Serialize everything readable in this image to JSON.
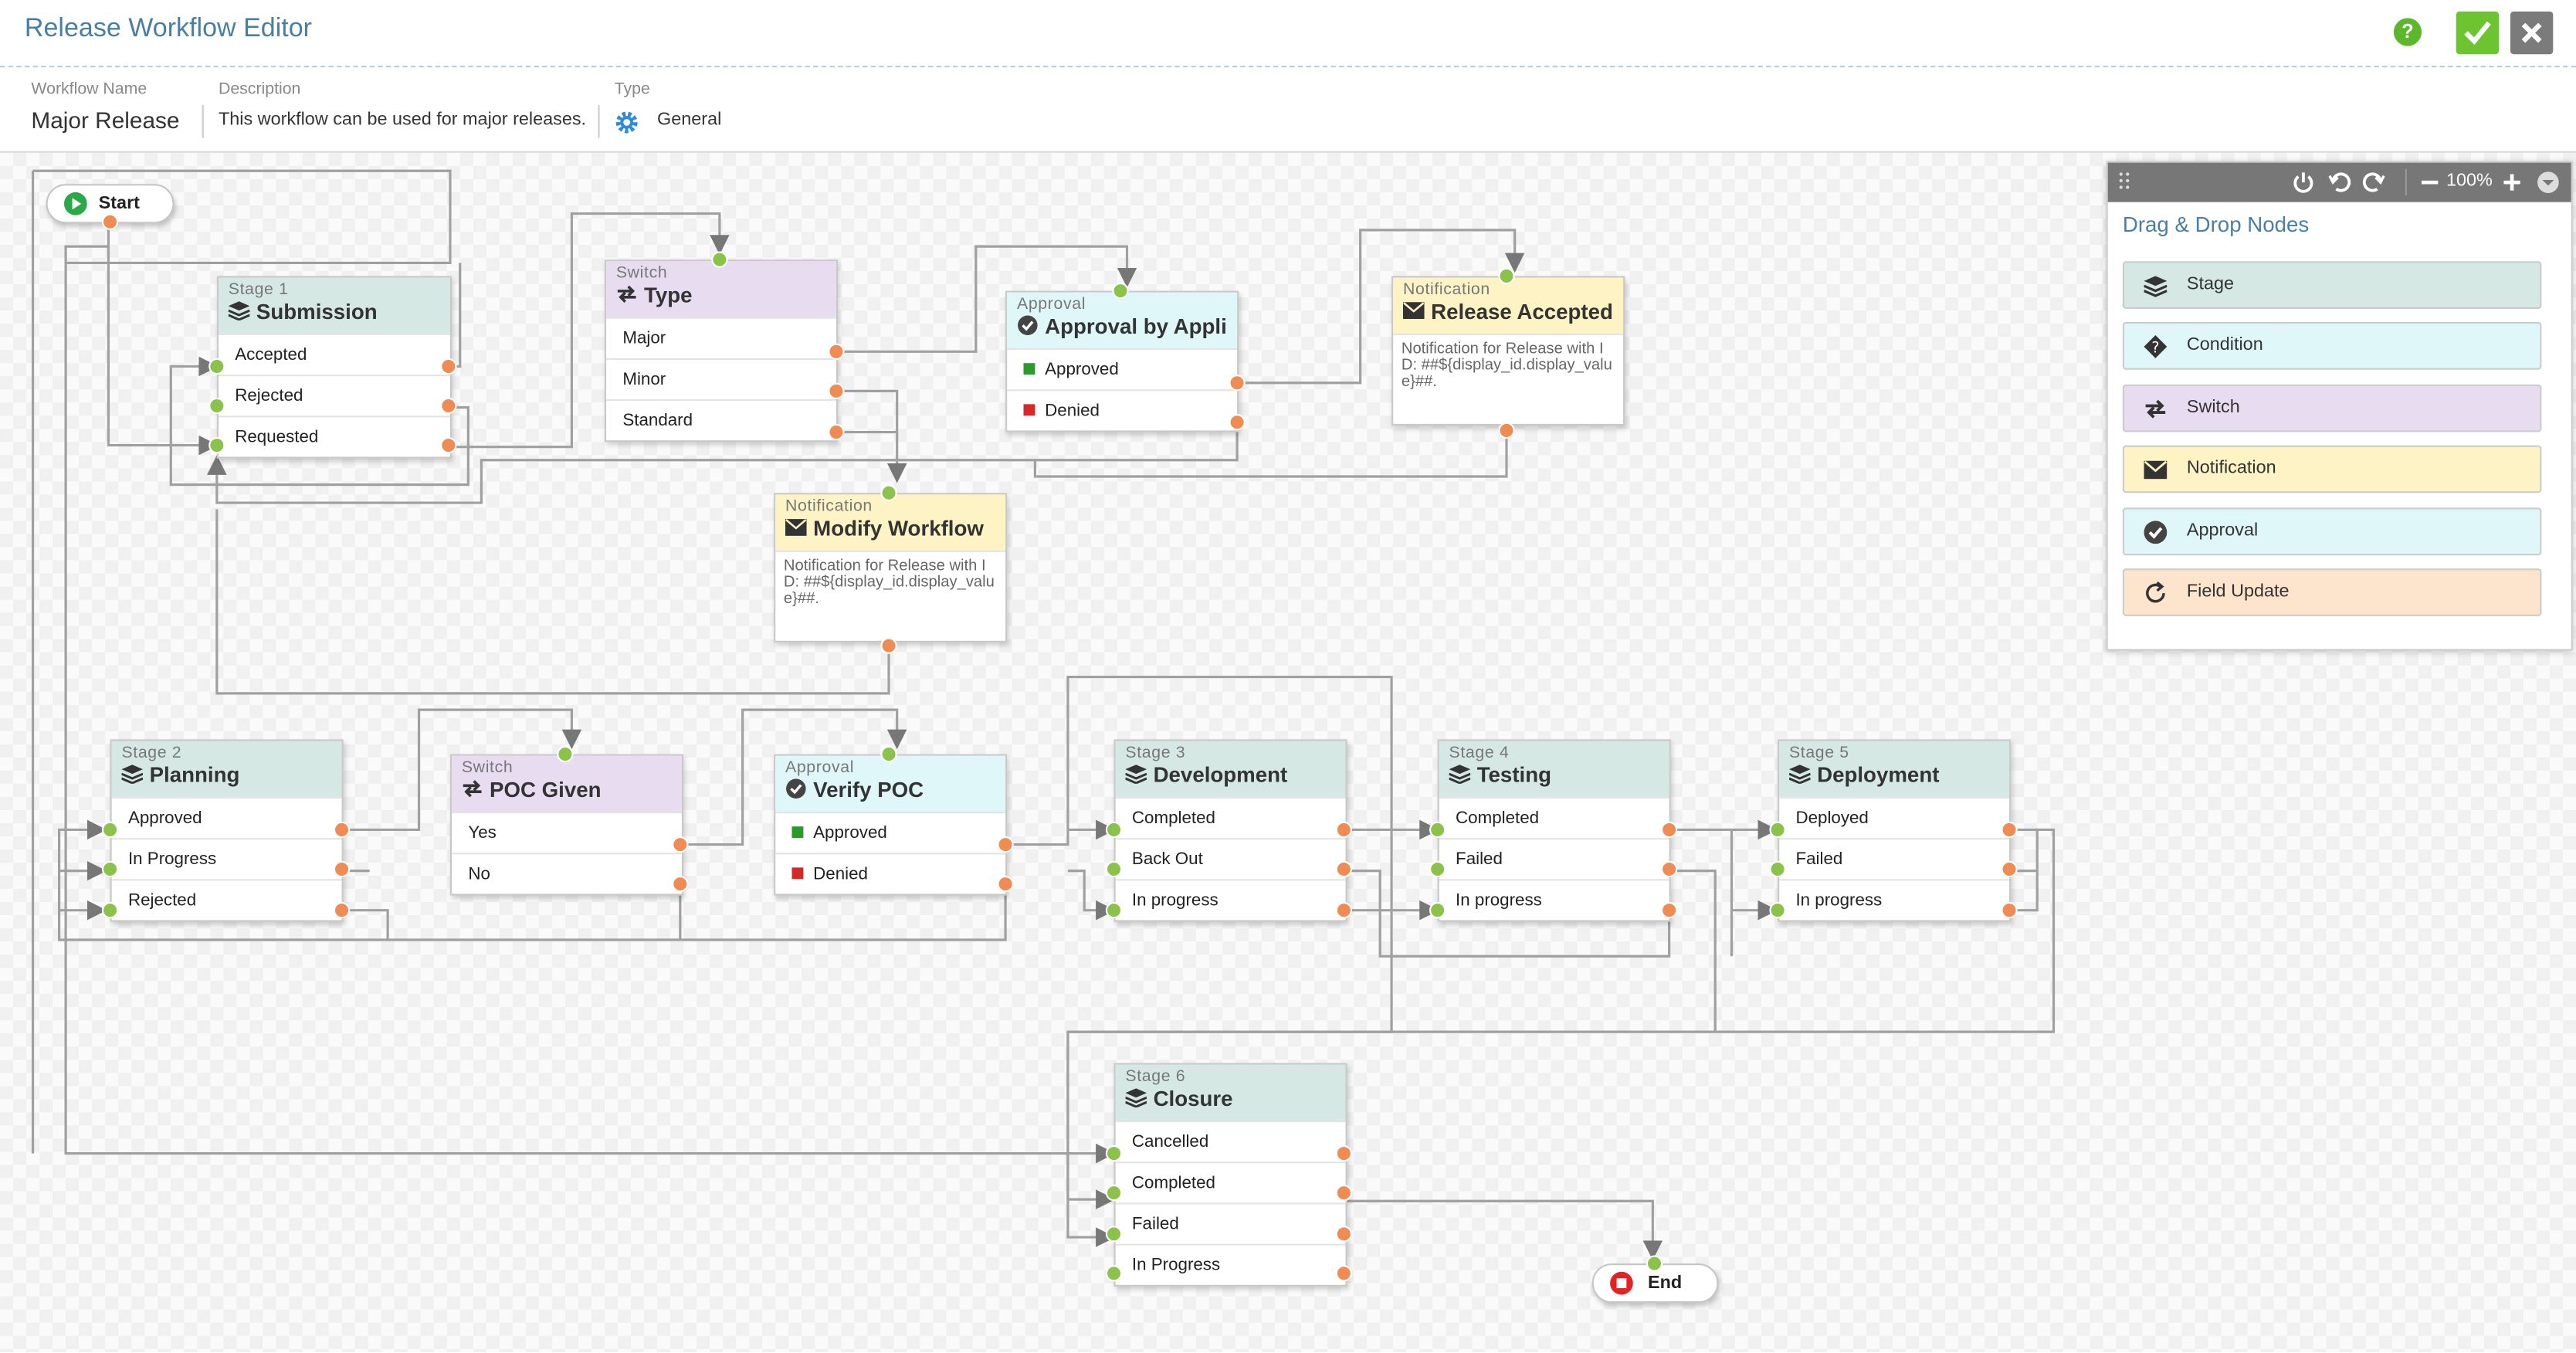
{
  "header": {
    "title": "Release Workflow Editor",
    "help_label": "?"
  },
  "meta": {
    "workflow_name_label": "Workflow Name",
    "workflow_name": "Major Release",
    "description_label": "Description",
    "description": "This workflow can be used for major releases.",
    "type_label": "Type",
    "type_value": "General"
  },
  "terminals": {
    "start": "Start",
    "end": "End"
  },
  "nodes": {
    "stage1": {
      "type": "Stage 1",
      "title": "Submission",
      "rows": [
        "Accepted",
        "Rejected",
        "Requested"
      ]
    },
    "switch_type": {
      "type": "Switch",
      "title": "Type",
      "rows": [
        "Major",
        "Minor",
        "Standard"
      ]
    },
    "approval_app": {
      "type": "Approval",
      "title": "Approval by Appli...",
      "rows": [
        "Approved",
        "Denied"
      ]
    },
    "notif_release": {
      "type": "Notification",
      "title": "Release Accepted",
      "desc": "Notification for Release with ID: ##${display_id.display_value}##."
    },
    "notif_modify": {
      "type": "Notification",
      "title": "Modify Workflow",
      "desc": "Notification for Release with ID: ##${display_id.display_value}##."
    },
    "stage2": {
      "type": "Stage 2",
      "title": "Planning",
      "rows": [
        "Approved",
        "In Progress",
        "Rejected"
      ]
    },
    "switch_poc": {
      "type": "Switch",
      "title": "POC Given",
      "rows": [
        "Yes",
        "No"
      ]
    },
    "approval_poc": {
      "type": "Approval",
      "title": "Verify POC",
      "rows": [
        "Approved",
        "Denied"
      ]
    },
    "stage3": {
      "type": "Stage 3",
      "title": "Development",
      "rows": [
        "Completed",
        "Back Out",
        "In progress"
      ]
    },
    "stage4": {
      "type": "Stage 4",
      "title": "Testing",
      "rows": [
        "Completed",
        "Failed",
        "In progress"
      ]
    },
    "stage5": {
      "type": "Stage 5",
      "title": "Deployment",
      "rows": [
        "Deployed",
        "Failed",
        "In progress"
      ]
    },
    "stage6": {
      "type": "Stage 6",
      "title": "Closure",
      "rows": [
        "Cancelled",
        "Completed",
        "Failed",
        "In Progress"
      ]
    }
  },
  "palette": {
    "zoom": "100%",
    "title": "Drag & Drop Nodes",
    "items": [
      {
        "label": "Stage",
        "color": "#d5e8e4",
        "icon": "layers-icon"
      },
      {
        "label": "Condition",
        "color": "#dff7f9",
        "icon": "condition-icon"
      },
      {
        "label": "Switch",
        "color": "#e7dcf0",
        "icon": "switch-icon"
      },
      {
        "label": "Notification",
        "color": "#fdf3c5",
        "icon": "envelope-icon"
      },
      {
        "label": "Approval",
        "color": "#dff7f9",
        "icon": "check-circle-icon"
      },
      {
        "label": "Field Update",
        "color": "#fde4cc",
        "icon": "refresh-icon"
      }
    ]
  },
  "colors": {
    "accent": "#4a7fa5",
    "ok": "#6cc431",
    "port_in": "#8bc34a",
    "port_out": "#f08b53"
  }
}
